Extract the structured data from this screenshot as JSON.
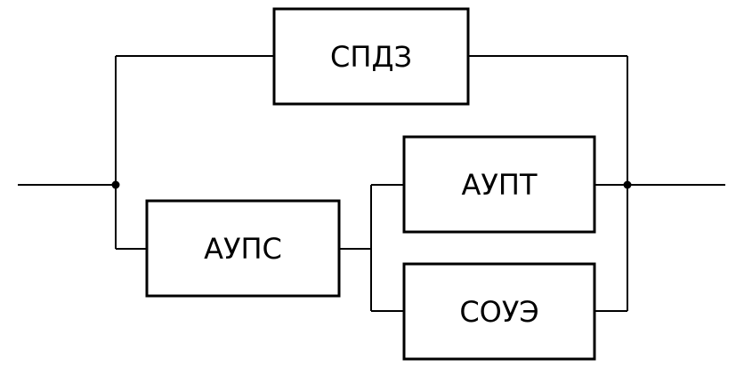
{
  "diagram": {
    "blocks": {
      "spdz": "СПДЗ",
      "aups": "АУПС",
      "aupt": "АУПТ",
      "soue": "СОУЭ"
    }
  }
}
